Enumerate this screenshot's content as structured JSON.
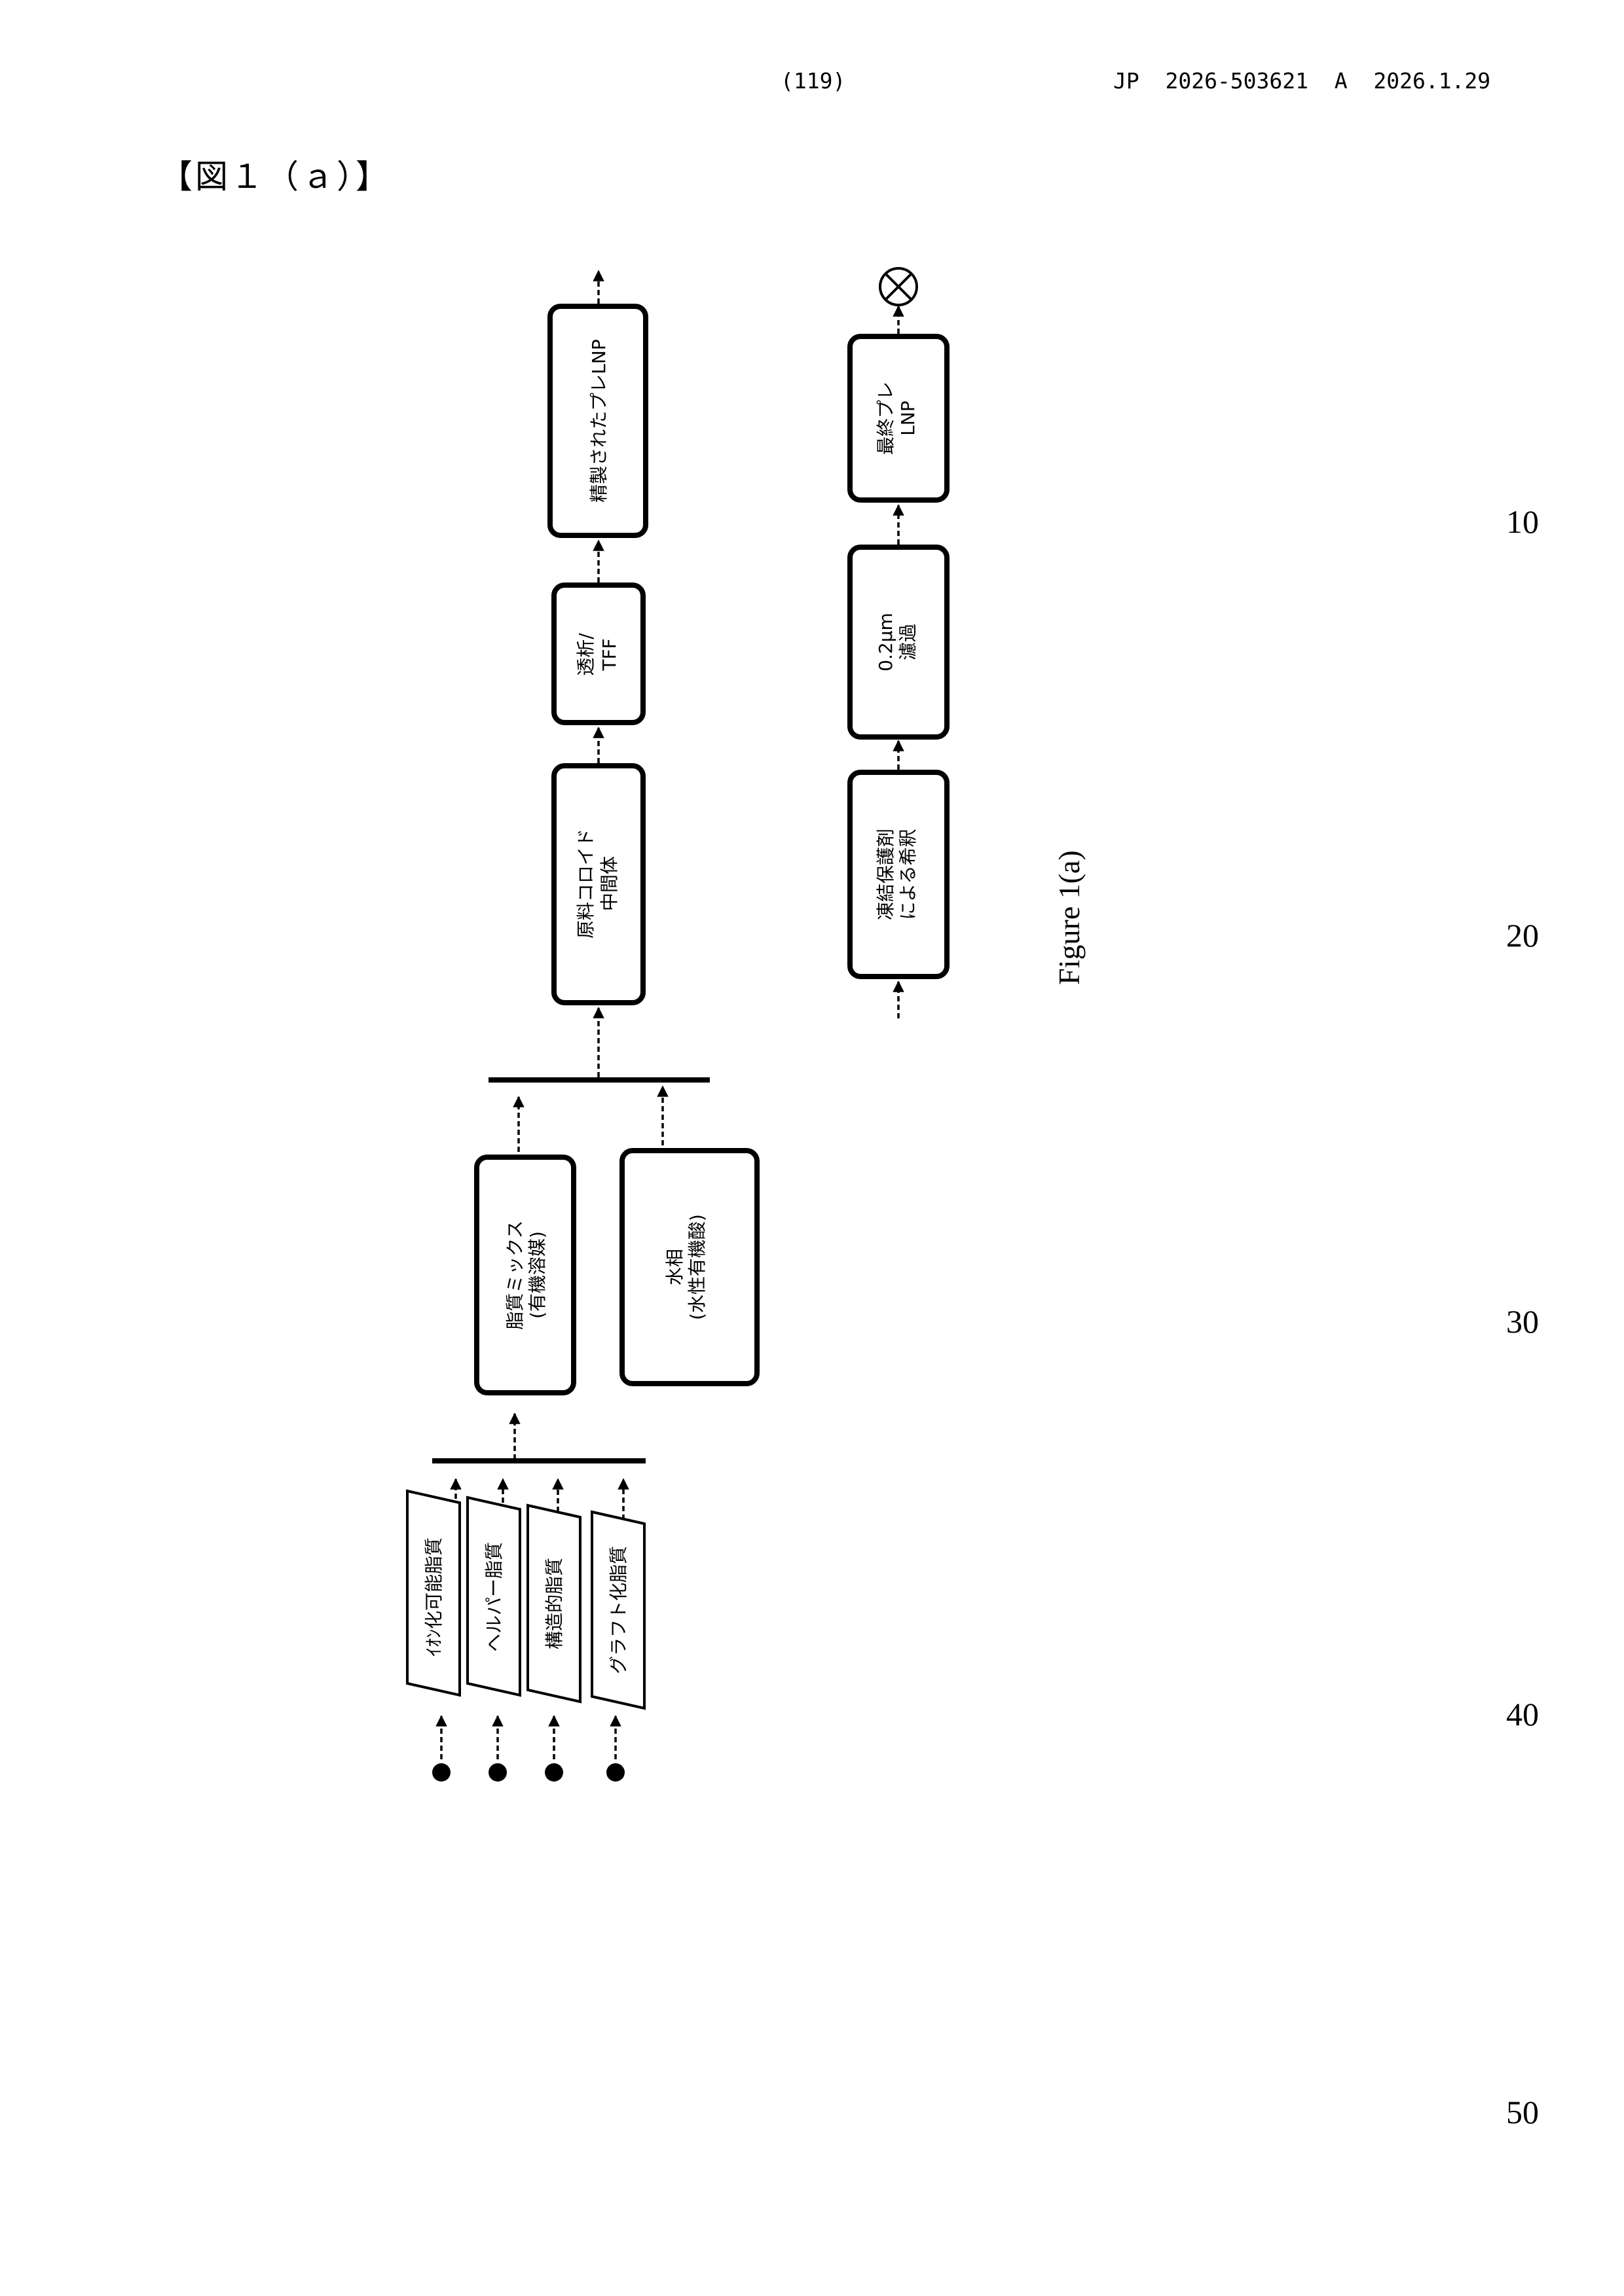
{
  "header": {
    "page_number": "(119)",
    "publication": "JP  2026-503621  A  2026.1.29"
  },
  "figure_label": "【図１（ａ）】",
  "line_numbers": [
    "10",
    "20",
    "30",
    "40",
    "50"
  ],
  "diagram": {
    "inputs": [
      "ｲｵﾝ化可能脂質",
      "ヘルパー脂質",
      "構造的脂質",
      "グラフト化脂質"
    ],
    "lipid_mix": [
      "脂質ミックス",
      "(有機溶媒)"
    ],
    "aqueous": [
      "水相",
      "(水性有機酸)"
    ],
    "raw_colloid": [
      "原料コロイド",
      "中間体"
    ],
    "dialysis": [
      "透析/",
      "TFF"
    ],
    "purified": "精製されたプレLNP",
    "cryo_dilution": [
      "凍結保護剤",
      "による希釈"
    ],
    "filtration": [
      "0.2μm",
      "濾過"
    ],
    "final": [
      "最終プレ",
      "LNP"
    ],
    "caption": "Figure 1(a)"
  }
}
